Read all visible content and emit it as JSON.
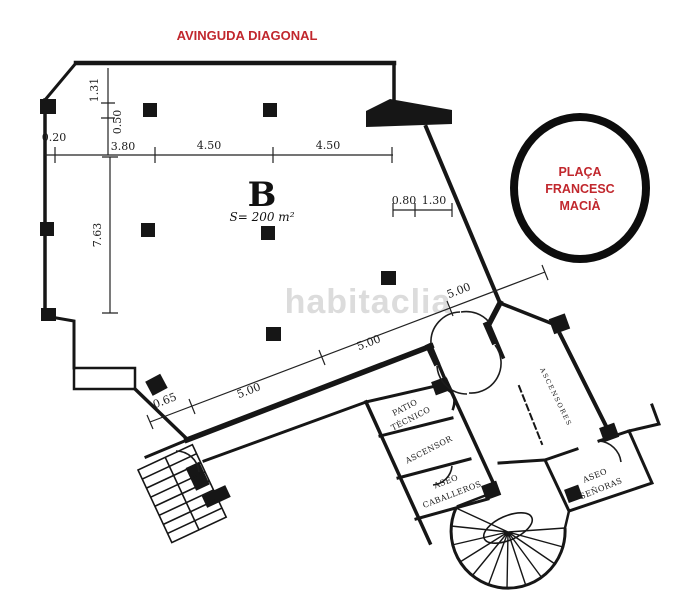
{
  "colors": {
    "accent_red": "#c1272d",
    "wall": "#161616",
    "watermark": "#d6d6d6"
  },
  "header": {
    "street_label": "AVINGUDA DIAGONAL"
  },
  "plaza": {
    "line1": "PLAÇA",
    "line2": "FRANCESC",
    "line3": "MACIÀ"
  },
  "unit": {
    "name": "B",
    "area": "S= 200 m²"
  },
  "watermark": {
    "text": "habitaclia"
  },
  "dimensions": {
    "top_vertical_a": "1.31",
    "top_vertical_b": "0.50",
    "left_top": "0.20",
    "top_a": "3.80",
    "top_b": "4.50",
    "top_c": "4.50",
    "left_vertical": "7.63",
    "mid_a": "0.80",
    "mid_b": "1.30",
    "diag_a": "0.65",
    "diag_b": "5.00",
    "diag_c": "5.00",
    "diag_d": "5.00"
  },
  "rooms": {
    "patio_tecnico": {
      "line1": "PATIO",
      "line2": "TÉCNICO"
    },
    "ascensor": {
      "label": "ASCENSOR"
    },
    "aseo_caballeros": {
      "line1": "ASEO",
      "line2": "CABALLEROS"
    },
    "ascensores": {
      "label": "ASCENSORES"
    },
    "aseo_senoras": {
      "line1": "ASEO",
      "line2": "SEÑORAS"
    }
  }
}
